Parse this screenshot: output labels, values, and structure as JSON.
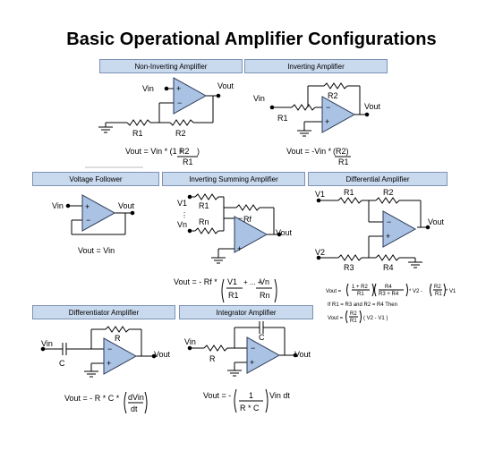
{
  "title": "Basic Operational Amplifier Configurations",
  "panels": {
    "non_inverting": {
      "header": "Non-Inverting Amplifier",
      "labels": {
        "vin": "Vin",
        "vout": "Vout",
        "r1": "R1",
        "r2": "R2"
      },
      "formula": {
        "lhs": "Vout = Vin * (1 +",
        "num": "R2",
        "close": ")",
        "den": "R1"
      }
    },
    "inverting": {
      "header": "Inverting Amplifier",
      "labels": {
        "vin": "Vin",
        "vout": "Vout",
        "r1": "R1",
        "r2": "R2"
      },
      "formula": {
        "lhs": "Vout = -Vin *",
        "num": "(R2)",
        "den": "R1"
      }
    },
    "voltage_follower": {
      "header": "Voltage Follower",
      "labels": {
        "vin": "Vin",
        "vout": "Vout"
      },
      "formula": "Vout = Vin"
    },
    "inverting_summing": {
      "header": "Inverting Summing Amplifier",
      "labels": {
        "v1": "V1",
        "dots": "⋮",
        "vn": "Vn",
        "r1": "R1",
        "rn": "Rn",
        "rf": "Rf",
        "vout": "Vout"
      },
      "formula": {
        "lhs": "Vout = - Rf *",
        "t1num": "V1",
        "t1den": "R1",
        "plus": "+ ... +",
        "tnnum": "Vn",
        "tnden": "Rn"
      }
    },
    "differential": {
      "header": "Differential Amplifier",
      "labels": {
        "v1": "V1",
        "v2": "V2",
        "r1": "R1",
        "r2": "R2",
        "r3": "R3",
        "r4": "R4",
        "vout": "Vout"
      },
      "formula": {
        "l1_lhs": "Vout =",
        "l1_a_num": "1 + R2",
        "l1_a_den": "R1",
        "l1_b_num": "R4",
        "l1_b_den": "R3 + R4",
        "l1_mid": "* V2 -",
        "l1_c_num": "R2",
        "l1_c_den": "R1",
        "l1_tail": "* V1",
        "cond": "If R1 = R3 and R2 = R4 Then",
        "l3_lhs": "Vout =",
        "l3_num": "R2",
        "l3_den": "R1",
        "l3_tail": "( V2 - V1 )"
      }
    },
    "differentiator": {
      "header": "Differentiator Amplifier",
      "labels": {
        "vin": "Vin",
        "c": "C",
        "r": "R",
        "vout": "Vout"
      },
      "formula": {
        "lhs": "Vout = - R * C *",
        "num": "dVin",
        "den": "dt"
      }
    },
    "integrator": {
      "header": "Integrator Amplifier",
      "labels": {
        "vin": "Vin",
        "r": "R",
        "c": "C",
        "vout": "Vout"
      },
      "formula": {
        "lhs": "Vout = -",
        "num": "1",
        "den": "R * C",
        "tail": "Vin dt"
      }
    }
  },
  "colors": {
    "panel_header_bg": "#c9d9ee",
    "panel_header_border": "#7d92b4",
    "opamp_fill": "#aac2e4",
    "opamp_stroke": "#2b3a55",
    "wire": "#000000"
  }
}
